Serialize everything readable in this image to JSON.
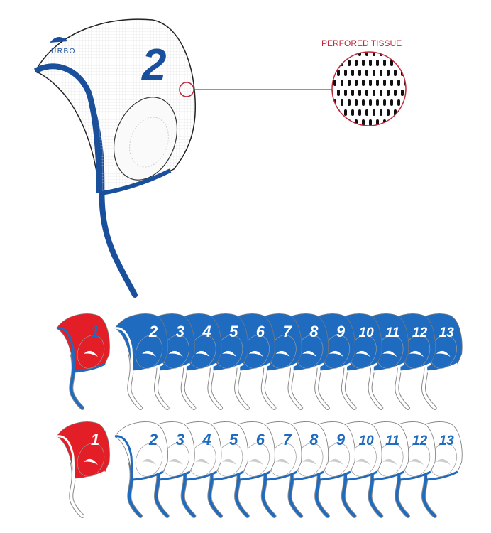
{
  "main_cap": {
    "number": "2",
    "logo_text": "URBO",
    "color_body": "#ffffff",
    "color_trim": "#1a4f9c"
  },
  "callout": {
    "label": "PERFORED TISSUE",
    "color": "#c0283a"
  },
  "colors": {
    "red": "#e41e26",
    "blue": "#1f6bbf",
    "white": "#ffffff"
  },
  "rows": [
    {
      "goalie_number": "1",
      "numbers": [
        "2",
        "3",
        "4",
        "5",
        "6",
        "7",
        "8",
        "9",
        "10",
        "11",
        "12",
        "13"
      ],
      "body": "#1f6bbf",
      "trim": "#ffffff",
      "number_color": "#ffffff"
    },
    {
      "goalie_number": "1",
      "numbers": [
        "2",
        "3",
        "4",
        "5",
        "6",
        "7",
        "8",
        "9",
        "10",
        "11",
        "12",
        "13"
      ],
      "body": "#ffffff",
      "trim": "#1f6bbf",
      "number_color": "#1f6bbf"
    }
  ]
}
